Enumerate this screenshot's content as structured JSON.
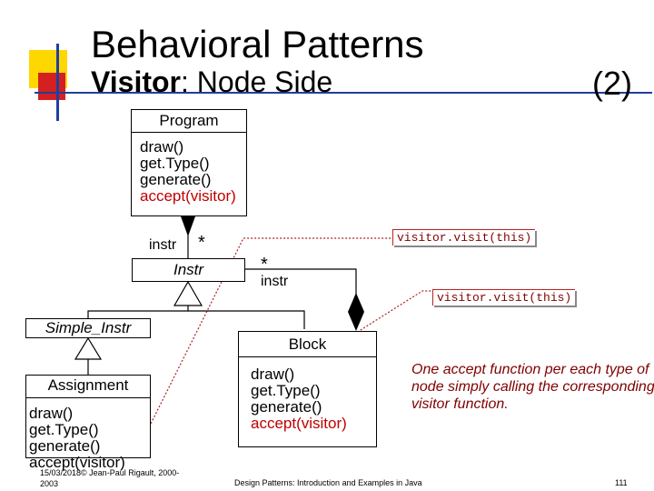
{
  "slide": {
    "title": "Behavioral Patterns",
    "subtitle_bold": "Visitor",
    "subtitle_rest": ": Node Side",
    "page_marker": "(2)",
    "colors": {
      "accent_yellow": "#ffd700",
      "accent_red": "#d42020",
      "rule_blue": "#1f3f9f",
      "note_text": "#800000"
    }
  },
  "diagram": {
    "program": {
      "name": "Program",
      "ops": [
        "draw()",
        "get.Type()",
        "generate()",
        "accept(visitor)"
      ]
    },
    "instr": {
      "name": "Instr",
      "role": "instr",
      "multiplicity": "*"
    },
    "block_assoc": {
      "multiplicity": "*",
      "role": "instr"
    },
    "simple_instr": {
      "name": "Simple_Instr"
    },
    "assignment": {
      "name": "Assignment",
      "ops": [
        "draw()",
        "get.Type()",
        "generate()",
        "accept(visitor)"
      ]
    },
    "block": {
      "name": "Block",
      "ops": [
        "draw()",
        "get.Type()",
        "generate()",
        "accept(visitor)"
      ]
    },
    "notes": [
      "visitor.visit(this)",
      "visitor.visit(this)"
    ],
    "callout": "One accept function per each type of node simply calling the corresponding visitor function."
  },
  "footer": {
    "left_line1": "15/03/2018© Jean-Paul Rigault, 2000-",
    "left_line2": "2003",
    "center": "Design Patterns: Introduction and Examples in Java",
    "right": "111"
  }
}
